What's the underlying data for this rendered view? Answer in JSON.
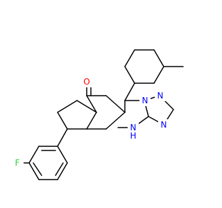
{
  "molecule": {
    "atoms": {
      "oxygen": "O",
      "fluorine": "F",
      "ring_nitrogen_1": "N",
      "ring_nitrogen_2": "N",
      "ring_nitrogen_3": "N",
      "ring_nitrogen_4": "N",
      "nh_label": "H"
    }
  },
  "colors": {
    "bond": "#000000",
    "oxygen": "#ff0000",
    "nitrogen": "#0000ff",
    "fluorine": "#33cc33",
    "background": "#ffffff"
  }
}
